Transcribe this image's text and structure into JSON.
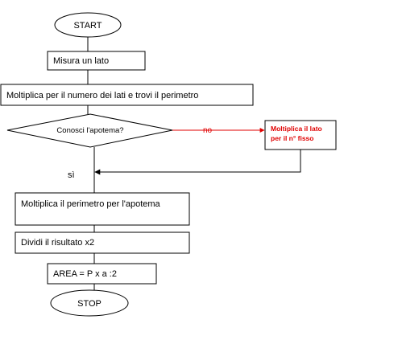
{
  "nodes": {
    "start": "START",
    "measure_side": "Misura un lato",
    "multiply_sides": "Moltiplica per il numero dei lati e trovi il perimetro",
    "decision": "Conosci l'apotema?",
    "fixed_number_line1": "Moltiplica il lato",
    "fixed_number_line2": "per il n° fisso",
    "multiply_apothem": "Moltiplica il perimetro per l'apotema",
    "divide": "Dividi il risultato x2",
    "area_formula": "AREA = P x a :2",
    "stop": "STOP"
  },
  "edges": {
    "no_label": "no",
    "yes_label": "sì"
  },
  "colors": {
    "stroke": "#000000",
    "no_branch": "#e00000"
  }
}
